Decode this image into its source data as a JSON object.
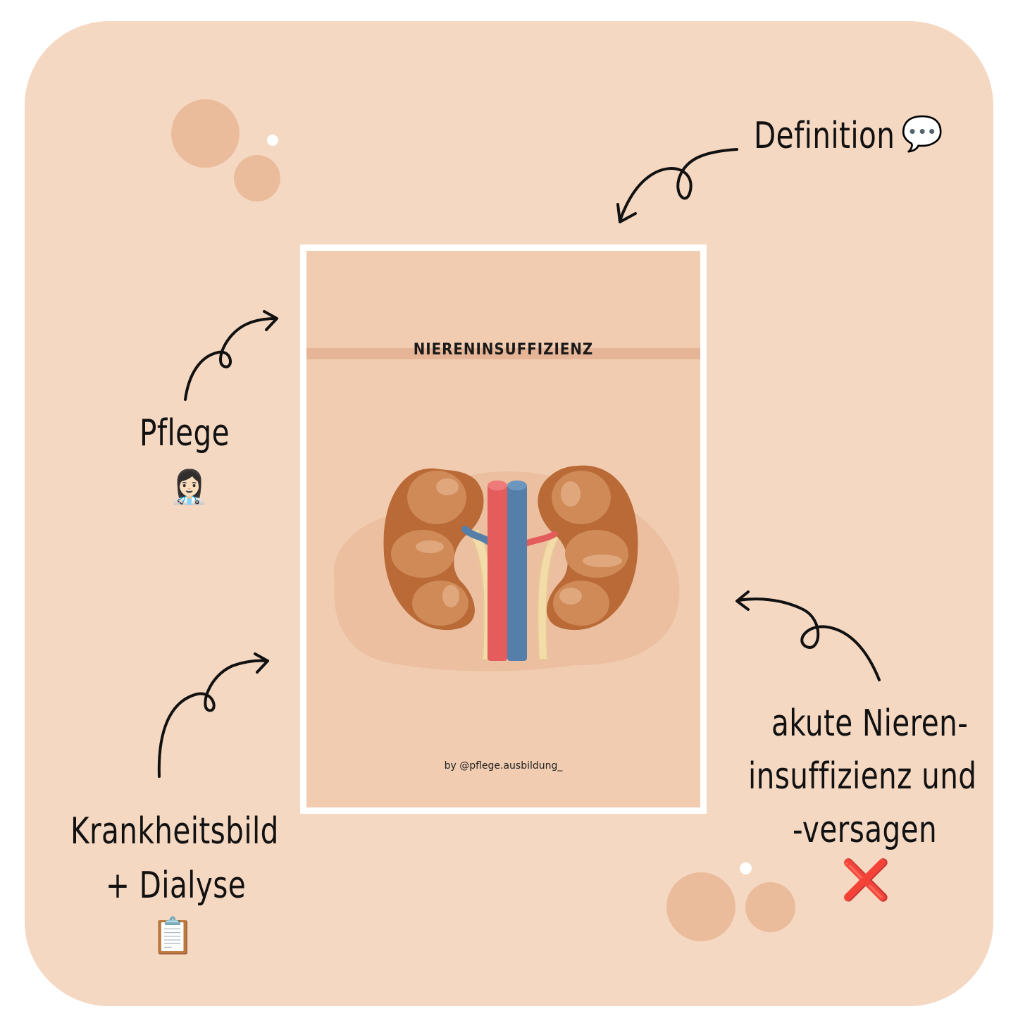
{
  "labels": {
    "definition": "Definition",
    "pflege": "Pflege",
    "krankheitsbild_line1": "Krankheitsbild",
    "krankheitsbild_line2": "+ Dialyse",
    "akut_line1": "akute Nieren-",
    "akut_line2": "insuffizienz und",
    "akut_line3": "-versagen"
  },
  "emojis": {
    "definition": "💬",
    "pflege": "👩🏻‍⚕️",
    "krankheitsbild": "📋",
    "akut": "❌"
  },
  "booklet": {
    "title": "NIERENINSUFFIZIENZ",
    "credit": "by @pflege.ausbildung_"
  },
  "colors": {
    "background": "#f5d8c2",
    "cover": "#f1ccb1",
    "accent_dots": "#ebbc9c",
    "kidney": "#b96a36",
    "artery": "#e45c5c",
    "vein": "#557ea8"
  }
}
